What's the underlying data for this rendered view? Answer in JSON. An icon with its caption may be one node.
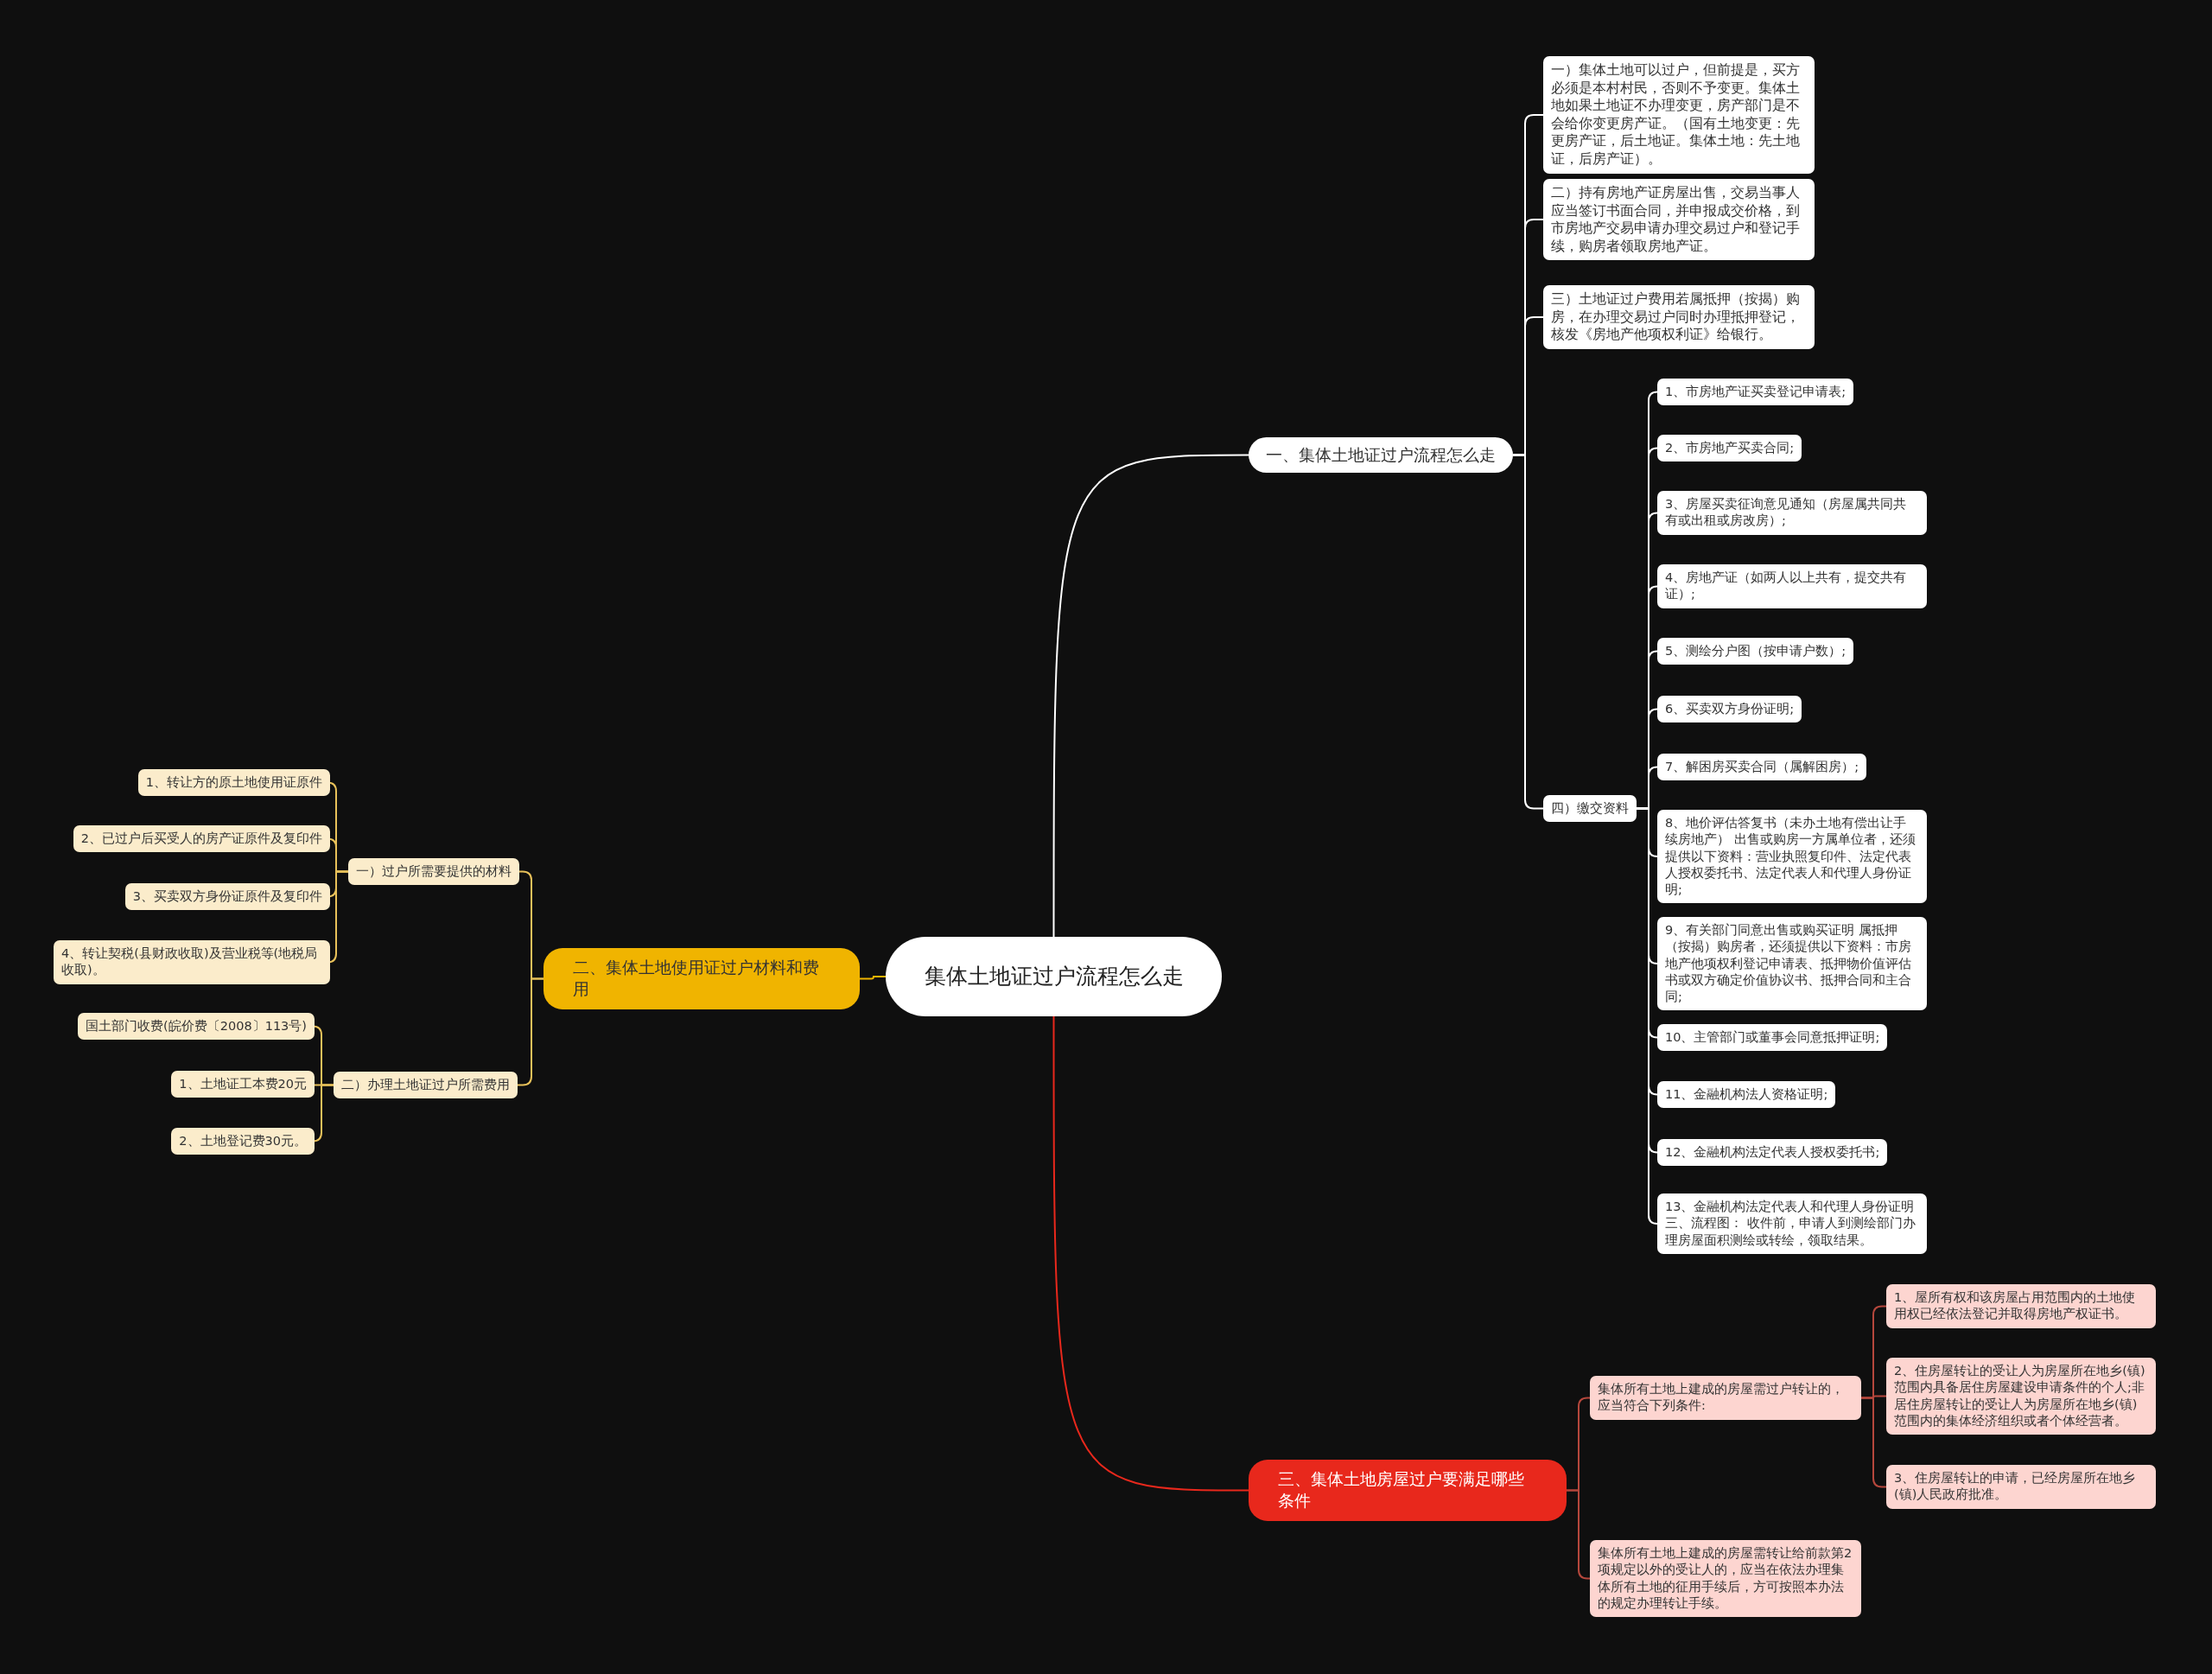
{
  "diagram": {
    "nodes": [
      {
        "text": [
          "集体土地证过户流程怎么走"
        ]
      },
      {
        "text": [
          "一、集体土地证过户流程怎么走"
        ]
      },
      {
        "text": [
          "一）集体土地可以过户，但前提是，买方必须是本村村民，否则不予变更。集体土地如果土地证不办理变更，房产部门是不会给你变更房产证。（国有土地变更：先更房产证，后土地证。集体土地：先土地证，后房产证）。"
        ]
      },
      {
        "text": [
          "二）持有房地产证房屋出售，交易当事人应当签订书面合同，并申报成交价格，到市房地产交易申请办理交易过户和登记手续，购房者领取房地产证。"
        ]
      },
      {
        "text": [
          "三）土地证过户费用若属抵押（按揭）购房，在办理交易过户同时办理抵押登记，核发《房地产他项权利证》给银行。"
        ]
      },
      {
        "text": [
          "四）缴交资料"
        ]
      },
      {
        "text": [
          "1、市房地产证买卖登记申请表;"
        ]
      },
      {
        "text": [
          "2、市房地产买卖合同;"
        ]
      },
      {
        "text": [
          "3、房屋买卖征询意见通知（房屋属共同共有或出租或房改房）;"
        ]
      },
      {
        "text": [
          "4、房地产证（如两人以上共有，提交共有证）;"
        ]
      },
      {
        "text": [
          "5、测绘分户图（按申请户数）;"
        ]
      },
      {
        "text": [
          "6、买卖双方身份证明;"
        ]
      },
      {
        "text": [
          "7、解困房买卖合同（属解困房）;"
        ]
      },
      {
        "text": [
          "8、地价评估答复书（未办土地有偿出让手续房地产） 出售或购房一方属单位者，还须提供以下资料：营业执照复印件、法定代表人授权委托书、法定代表人和代理人身份证明;"
        ]
      },
      {
        "text": [
          "9、有关部门同意出售或购买证明 属抵押（按揭）购房者，还须提供以下资料：市房地产他项权利登记申请表、抵押物价值评估书或双方确定价值协议书、抵押合同和主合同;"
        ]
      },
      {
        "text": [
          "10、主管部门或董事会同意抵押证明;"
        ]
      },
      {
        "text": [
          "11、金融机构法人资格证明;"
        ]
      },
      {
        "text": [
          "12、金融机构法定代表人授权委托书;"
        ]
      },
      {
        "text": [
          "13、金融机构法定代表人和代理人身份证明三、流程图： 收件前，申请人到测绘部门办理房屋面积测绘或转绘，领取结果。"
        ]
      },
      {
        "text": [
          "二、集体土地使用证过户材料和费用"
        ]
      },
      {
        "text": [
          "一）过户所需要提供的材料"
        ]
      },
      {
        "text": [
          "1、转让方的原土地使用证原件"
        ]
      },
      {
        "text": [
          "2、已过户后买受人的房产证原件及复印件"
        ]
      },
      {
        "text": [
          "3、买卖双方身份证原件及复印件"
        ]
      },
      {
        "text": [
          "4、转让契税(县财政收取)及营业税等(地税局收取)。"
        ]
      },
      {
        "text": [
          "二）办理土地证过户所需费用"
        ]
      },
      {
        "text": [
          "国土部门收费(皖价费〔2008〕113号)"
        ]
      },
      {
        "text": [
          "1、土地证工本费20元"
        ]
      },
      {
        "text": [
          "2、土地登记费30元。"
        ]
      },
      {
        "text": [
          "三、集体土地房屋过户要满足哪些条件"
        ]
      },
      {
        "text": [
          "集体所有土地上建成的房屋需过户转让的，应当符合下列条件:"
        ]
      },
      {
        "text": [
          "1、屋所有权和该房屋占用范围内的土地使用权已经依法登记并取得房地产权证书。"
        ]
      },
      {
        "text": [
          "2、住房屋转让的受让人为房屋所在地乡(镇)范围内具备居住房屋建设申请条件的个人;非居住房屋转让的受让人为房屋所在地乡(镇)范围内的集体经济组织或者个体经营者。"
        ]
      },
      {
        "text": [
          "3、住房屋转让的申请，已经房屋所在地乡(镇)人民政府批准。"
        ]
      },
      {
        "text": [
          "集体所有土地上建成的房屋需转让给前款第2项规定以外的受让人的，应当在依法办理集体所有土地的征用手续后，方可按照本办法的规定办理转让手续。"
        ]
      }
    ],
    "edges": [
      {
        "from": 0,
        "to": 1,
        "arrow": "none"
      },
      {
        "from": 1,
        "to": 2,
        "arrow": "none"
      },
      {
        "from": 1,
        "to": 3,
        "arrow": "none"
      },
      {
        "from": 1,
        "to": 4,
        "arrow": "none"
      },
      {
        "from": 1,
        "to": 5,
        "arrow": "none"
      },
      {
        "from": 5,
        "to": 6,
        "arrow": "none"
      },
      {
        "from": 5,
        "to": 7,
        "arrow": "none"
      },
      {
        "from": 5,
        "to": 8,
        "arrow": "none"
      },
      {
        "from": 5,
        "to": 9,
        "arrow": "none"
      },
      {
        "from": 5,
        "to": 10,
        "arrow": "none"
      },
      {
        "from": 5,
        "to": 11,
        "arrow": "none"
      },
      {
        "from": 5,
        "to": 12,
        "arrow": "none"
      },
      {
        "from": 5,
        "to": 13,
        "arrow": "none"
      },
      {
        "from": 5,
        "to": 14,
        "arrow": "none"
      },
      {
        "from": 5,
        "to": 15,
        "arrow": "none"
      },
      {
        "from": 5,
        "to": 16,
        "arrow": "none"
      },
      {
        "from": 5,
        "to": 17,
        "arrow": "none"
      },
      {
        "from": 5,
        "to": 18,
        "arrow": "none"
      },
      {
        "from": 0,
        "to": 19,
        "arrow": "none",
        "color": "#f0b400"
      },
      {
        "from": 19,
        "to": 20,
        "arrow": "none",
        "color": "#e8c15a"
      },
      {
        "from": 20,
        "to": 21,
        "arrow": "none",
        "color": "#e8c15a"
      },
      {
        "from": 20,
        "to": 22,
        "arrow": "none",
        "color": "#e8c15a"
      },
      {
        "from": 20,
        "to": 23,
        "arrow": "none",
        "color": "#e8c15a"
      },
      {
        "from": 20,
        "to": 24,
        "arrow": "none",
        "color": "#e8c15a"
      },
      {
        "from": 19,
        "to": 25,
        "arrow": "none",
        "color": "#e8c15a"
      },
      {
        "from": 25,
        "to": 26,
        "arrow": "none",
        "color": "#e8c15a"
      },
      {
        "from": 25,
        "to": 27,
        "arrow": "none",
        "color": "#e8c15a"
      },
      {
        "from": 25,
        "to": 28,
        "arrow": "none",
        "color": "#e8c15a"
      },
      {
        "from": 0,
        "to": 29,
        "arrow": "none",
        "color": "#e8281c"
      },
      {
        "from": 29,
        "to": 30,
        "arrow": "none",
        "color": "#b5473c"
      },
      {
        "from": 30,
        "to": 31,
        "arrow": "none",
        "color": "#b5473c"
      },
      {
        "from": 30,
        "to": 32,
        "arrow": "none",
        "color": "#b5473c"
      },
      {
        "from": 30,
        "to": 33,
        "arrow": "none",
        "color": "#b5473c"
      },
      {
        "from": 29,
        "to": 34,
        "arrow": "none",
        "color": "#b5473c"
      }
    ]
  }
}
